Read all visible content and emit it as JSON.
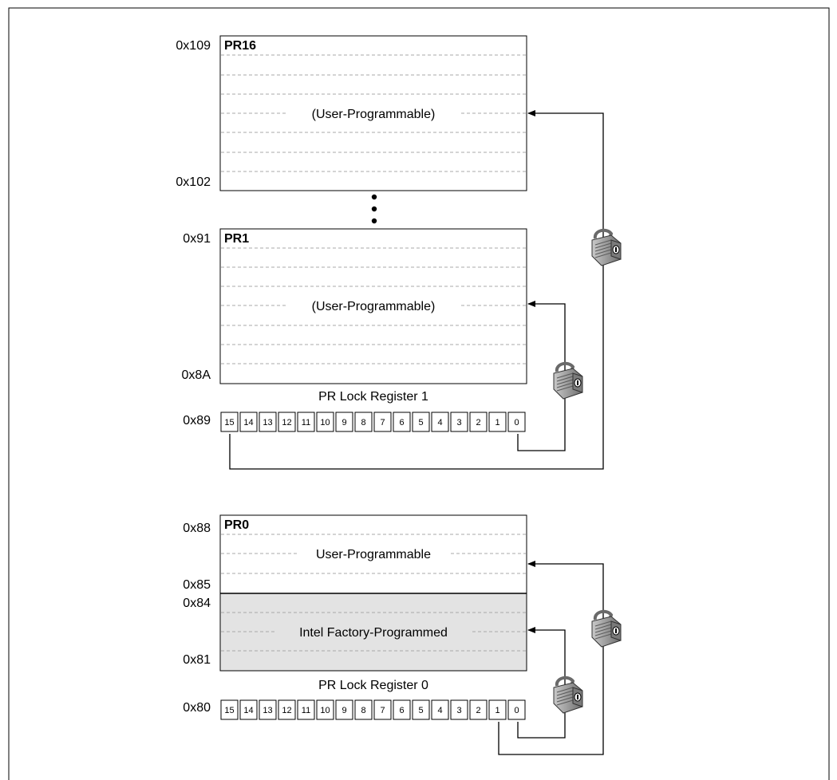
{
  "diagram": {
    "registers": [
      {
        "name": "PR16",
        "addr_top": "0x109",
        "addr_bottom": "0x102",
        "label": "(User-Programmable)"
      },
      {
        "name": "PR1",
        "addr_top": "0x91",
        "addr_bottom": "0x8A",
        "label": "(User-Programmable)"
      },
      {
        "name": "PR0",
        "addr_top": "0x88",
        "addr_user_bottom": "0x85",
        "addr_factory_top": "0x84",
        "addr_factory_bottom": "0x81",
        "user_label": "User-Programmable",
        "factory_label": "Intel Factory-Programmed"
      }
    ],
    "lock_registers": [
      {
        "title": "PR Lock Register 1",
        "addr": "0x89",
        "bits": [
          "15",
          "14",
          "13",
          "12",
          "11",
          "10",
          "9",
          "8",
          "7",
          "6",
          "5",
          "4",
          "3",
          "2",
          "1",
          "0"
        ]
      },
      {
        "title": "PR Lock Register 0",
        "addr": "0x80",
        "bits": [
          "15",
          "14",
          "13",
          "12",
          "11",
          "10",
          "9",
          "8",
          "7",
          "6",
          "5",
          "4",
          "3",
          "2",
          "1",
          "0"
        ]
      }
    ],
    "icons": {
      "lock": "padlock-icon",
      "ellipsis": "vertical-ellipsis-icon"
    },
    "colors": {
      "factory_fill": "#e3e3e3",
      "dash": "#aaaaaa",
      "lock_body": "#9a9a9a"
    }
  }
}
